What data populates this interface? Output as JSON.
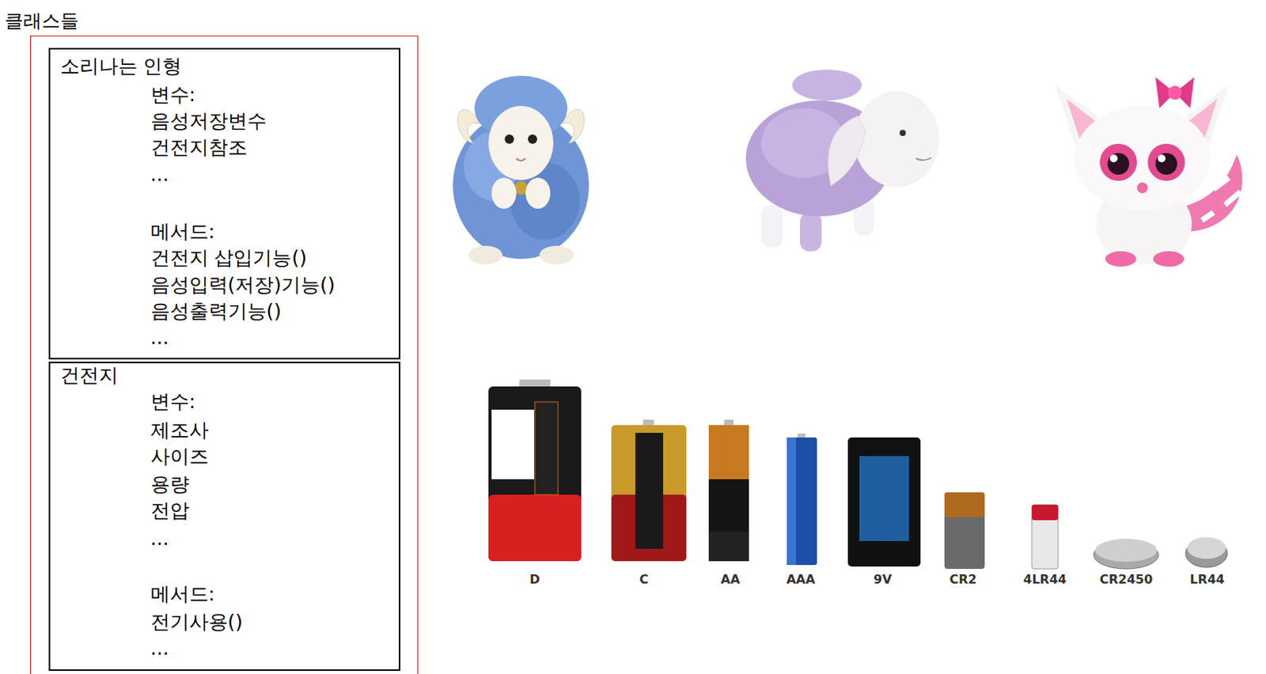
{
  "diagram": {
    "nodes": [
      {
        "text": [
          "클래스들"
        ]
      },
      {
        "text": [
          "소리나는 인형",
          "변수:",
          "음성저장변수",
          "건전지참조",
          "...",
          "메서드:",
          "건전지 삽입기능()",
          "음성입력(저장)기능()",
          "음성출력기능()",
          "..."
        ],
        "in": 0
      },
      {
        "text": [
          "건전지",
          "변수:",
          "제조사",
          "사이즈",
          "용량",
          "전압",
          "...",
          "메서드:",
          "전기사용()",
          "..."
        ],
        "in": 0
      }
    ],
    "labels": [
      "D",
      "C",
      "AA",
      "AAA",
      "9V",
      "CR2",
      "4LR44",
      "CR2450",
      "LR44"
    ]
  }
}
